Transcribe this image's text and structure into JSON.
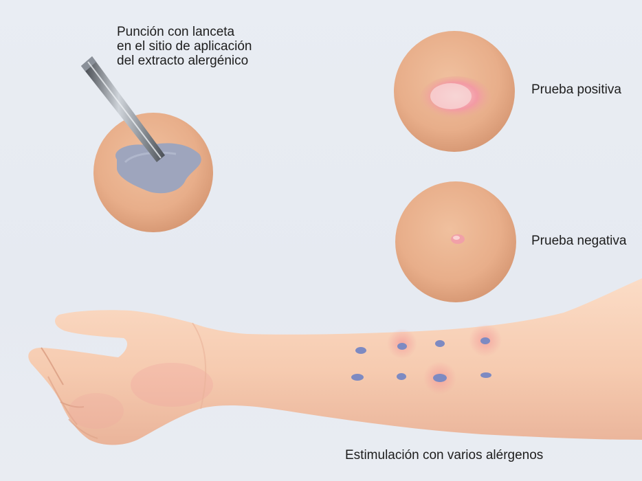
{
  "labels": {
    "lancet": {
      "line1": "Punción con lanceta",
      "line2": "en el sitio de aplicación",
      "line3": "del extracto alergénico"
    },
    "positive": "Prueba positiva",
    "negative": "Prueba negativa",
    "stimulation": "Estimulación con varios alérgenos"
  },
  "colors": {
    "background": "#e7ebf1",
    "skin": "#e9b390",
    "extract": "#9aa3bf",
    "wheal": "#f07e8c"
  }
}
